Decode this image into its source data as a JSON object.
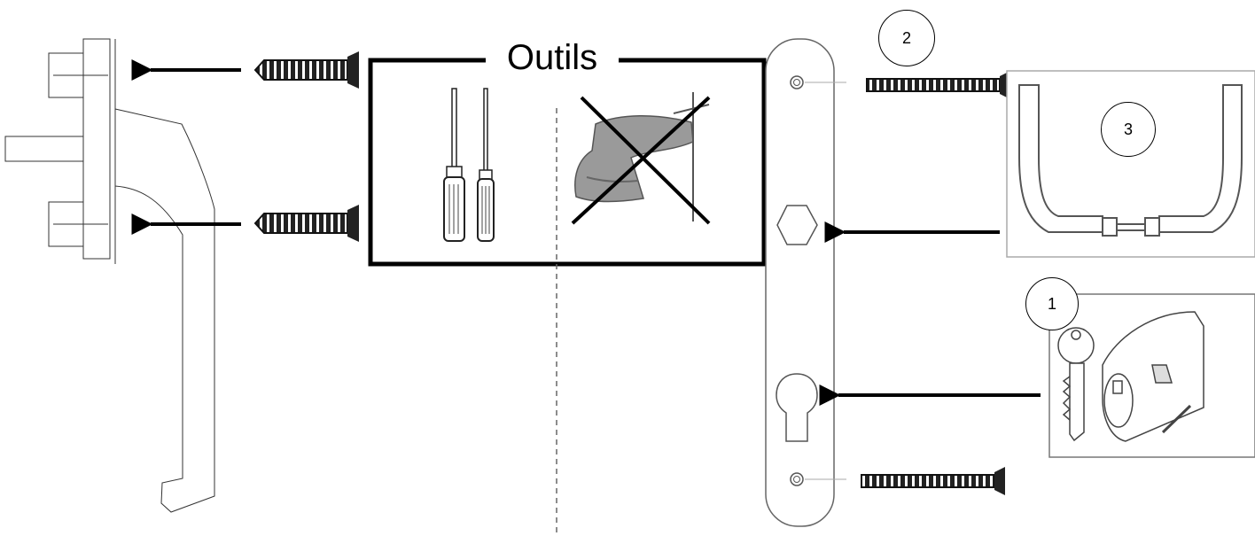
{
  "tools_box": {
    "title": "Outils"
  },
  "callouts": {
    "cylinder": "1",
    "screw": "2",
    "handle_set": "3"
  },
  "icons": {
    "screwdriver_large": "screwdriver-icon",
    "screwdriver_small": "screwdriver-icon",
    "power_drill": "power-drill-icon",
    "crossed_out": "cross-icon"
  },
  "colors": {
    "line": "#000000",
    "drill": "#8a8a8a",
    "stroke": "#555555"
  }
}
